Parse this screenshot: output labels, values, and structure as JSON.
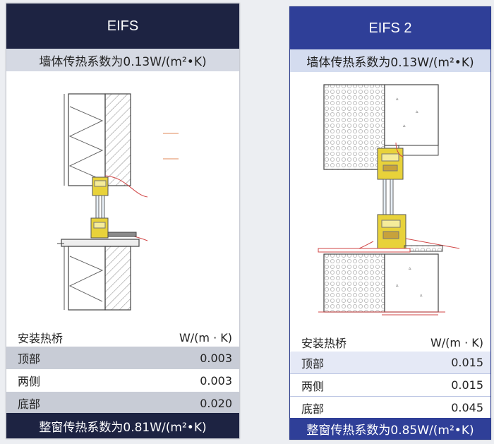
{
  "left_card": {
    "title": "EIFS",
    "wall_coefficient": "墙体传热系数为0.13W/(m²•K)",
    "table": {
      "header_label": "安装热桥",
      "header_unit": "W/(m · K)",
      "rows": [
        {
          "label": "顶部",
          "value": "0.003"
        },
        {
          "label": "两侧",
          "value": "0.003"
        },
        {
          "label": "底部",
          "value": "0.020"
        }
      ]
    },
    "window_coefficient": "整窗传热系数为0.81W/(m²•K)"
  },
  "right_card": {
    "title": "EIFS 2",
    "wall_coefficient": "墙体传热系数为0.13W/(m²•K)",
    "table": {
      "header_label": "安装热桥",
      "header_unit": "W/(m · K)",
      "rows": [
        {
          "label": "顶部",
          "value": "0.015"
        },
        {
          "label": "两侧",
          "value": "0.015"
        },
        {
          "label": "底部",
          "value": "0.045"
        }
      ]
    },
    "window_coefficient": "整窗传热系数为0.85W/(m²•K)"
  },
  "colors": {
    "left_header": "#1d2342",
    "right_header": "#2f3f98",
    "window_frame": "#e8d23a",
    "insulation_line": "#d04545"
  }
}
